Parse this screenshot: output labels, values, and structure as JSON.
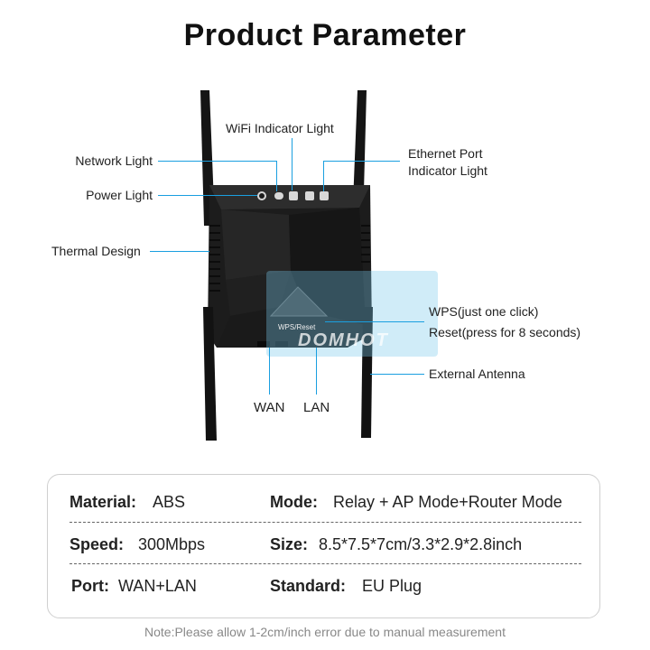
{
  "title": "Product Parameter",
  "callouts": {
    "wifi_indicator": "WiFi Indicator Light",
    "network_light": "Network Light",
    "ethernet_port_line1": "Ethernet Port",
    "ethernet_port_line2": "Indicator Light",
    "power_light": "Power Light",
    "thermal_design": "Thermal Design",
    "wps": "WPS(just one click)",
    "reset": "Reset(press for 8 seconds)",
    "external_antenna": "External Antenna",
    "wan": "WAN",
    "lan": "LAN",
    "button_label": "WPS/Reset"
  },
  "specs": {
    "material_key": "Material:",
    "material_val": "ABS",
    "mode_key": "Mode:",
    "mode_val": "Relay + AP Mode+Router Mode",
    "speed_key": "Speed:",
    "speed_val": "300Mbps",
    "size_key": "Size:",
    "size_val": "8.5*7.5*7cm/3.3*2.9*2.8inch",
    "port_key": "Port:",
    "port_val": "WAN+LAN",
    "standard_key": "Standard:",
    "standard_val": "EU Plug"
  },
  "note": "Note:Please allow 1-2cm/inch error due to manual measurement",
  "watermark": "DOMHOT",
  "colors": {
    "callout_line": "#1a9fe0",
    "device": "#1c1c1c"
  }
}
